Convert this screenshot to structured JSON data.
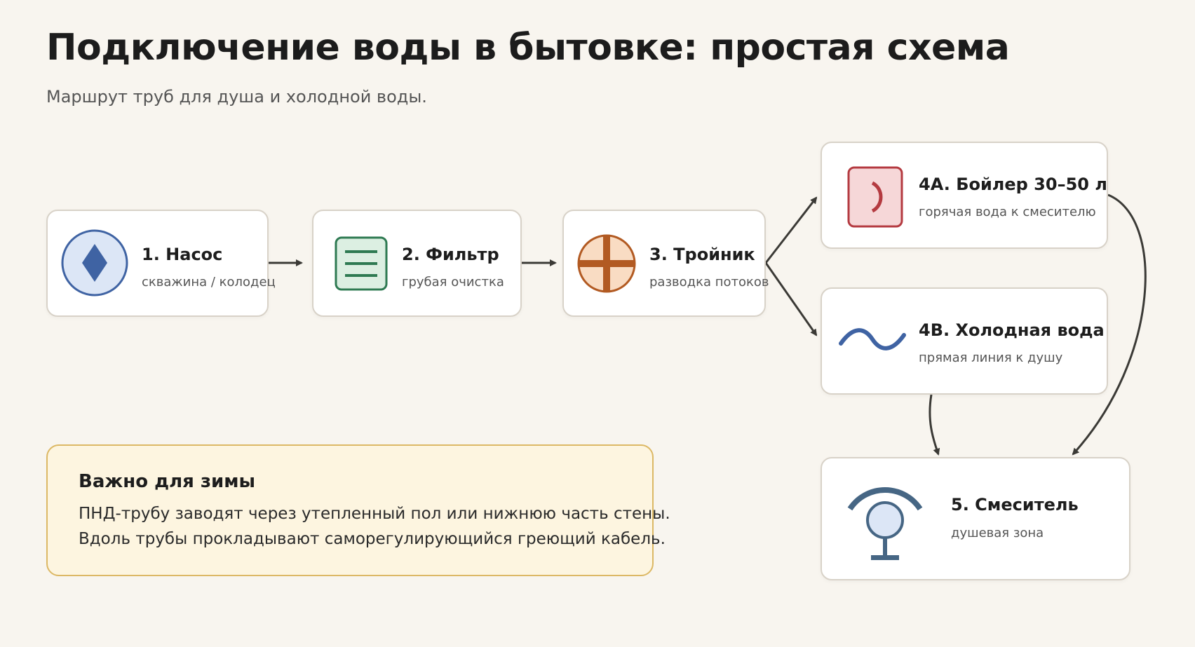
{
  "title": "Подключение воды в бытовке: простая схема",
  "subtitle": "Маршрут труб для душа и холодной воды.",
  "nodes": {
    "pump": {
      "title": "1. Насос",
      "subtitle": "скважина / колодец",
      "icon": "pump-diamond-icon",
      "color": "#3f63a3",
      "fill": "#dce6f6"
    },
    "filter": {
      "title": "2. Фильтр",
      "subtitle": "грубая очистка",
      "icon": "filter-lines-icon",
      "color": "#2e7a52",
      "fill": "#dcefe2"
    },
    "tee": {
      "title": "3. Тройник",
      "subtitle": "разводка потоков",
      "icon": "tee-cross-icon",
      "color": "#b25a22",
      "fill": "#f9dcc3"
    },
    "boiler": {
      "title": "4A. Бойлер 30–50 л",
      "subtitle": "горячая вода к смесителю",
      "icon": "boiler-icon",
      "color": "#b43a40",
      "fill": "#f6d7d8"
    },
    "cold": {
      "title": "4B. Холодная вода",
      "subtitle": "прямая линия к душу",
      "icon": "wave-icon",
      "color": "#3f63a3"
    },
    "mixer": {
      "title": "5. Смеситель",
      "subtitle": "душевая зона",
      "icon": "shower-head-icon",
      "color": "#466684",
      "fill": "#dce6f6"
    }
  },
  "note": {
    "title": "Важно для зимы",
    "lines": [
      "ПНД-трубу заводят через утепленный пол или нижнюю часть стены.",
      "Вдоль трубы прокладывают саморегулирующийся греющий кабель."
    ]
  },
  "colors": {
    "background": "#f8f5ef",
    "card_border": "#d8d2c8",
    "arrow": "#3b3a36",
    "note_fill": "#fdf5e0",
    "note_border": "#dcb865"
  }
}
